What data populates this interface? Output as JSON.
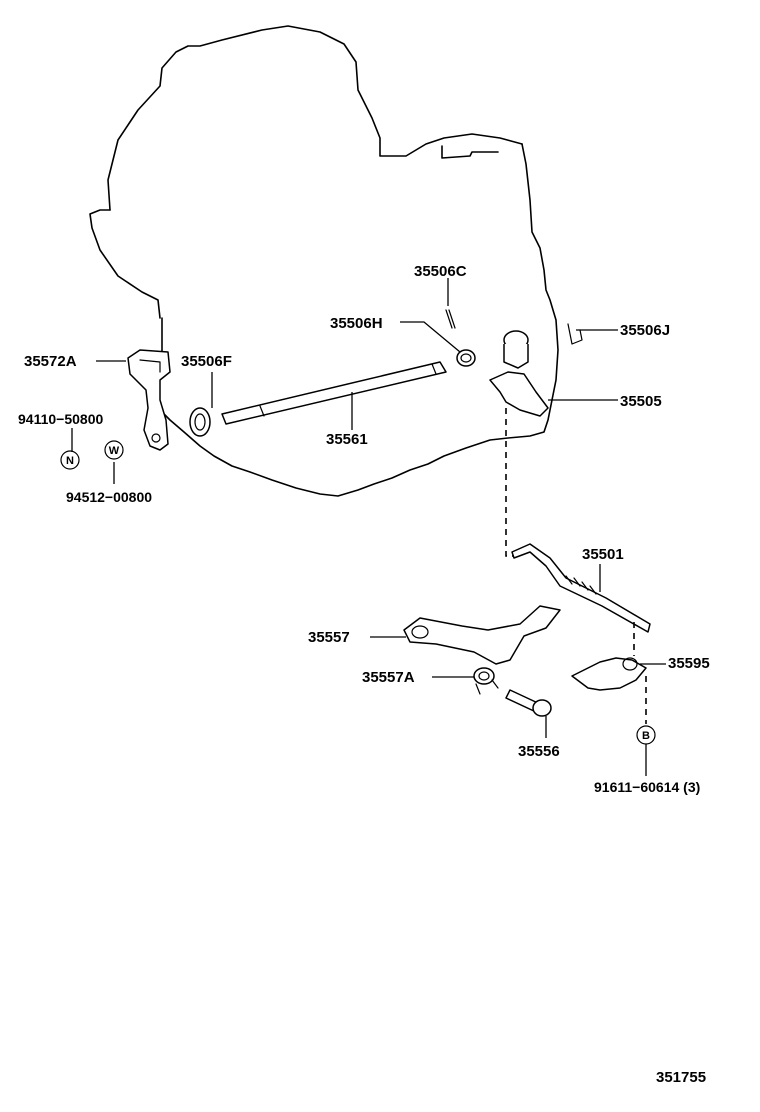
{
  "parts": {
    "p_35506C": "35506C",
    "p_35506H": "35506H",
    "p_35506J": "35506J",
    "p_35572A": "35572A",
    "p_35506F": "35506F",
    "p_35505": "35505",
    "p_35561": "35561",
    "p_94110": "94110−50800",
    "p_94512": "94512−00800",
    "p_35501": "35501",
    "p_35557": "35557",
    "p_35595": "35595",
    "p_35557A": "35557A",
    "p_35556": "35556",
    "p_91611": "91611−60614 (3)"
  },
  "symbols": {
    "nut": "N",
    "washer": "W",
    "bolt": "B"
  },
  "figure_number": "351755"
}
